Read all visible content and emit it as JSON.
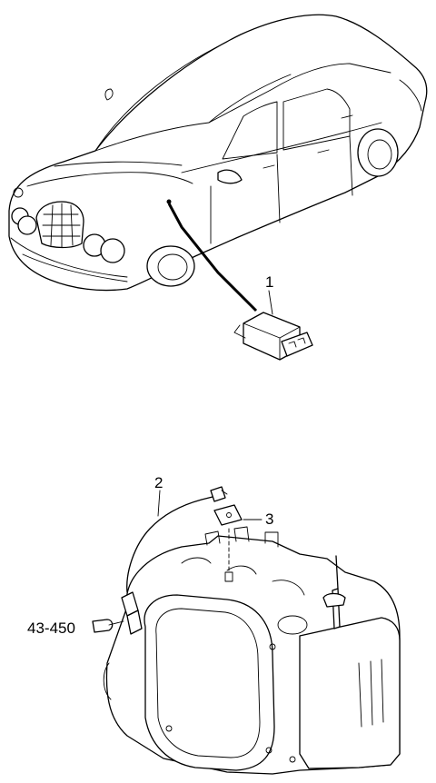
{
  "callouts": {
    "part1": "1",
    "part2": "2",
    "part3": "3",
    "ref": "43-450"
  }
}
